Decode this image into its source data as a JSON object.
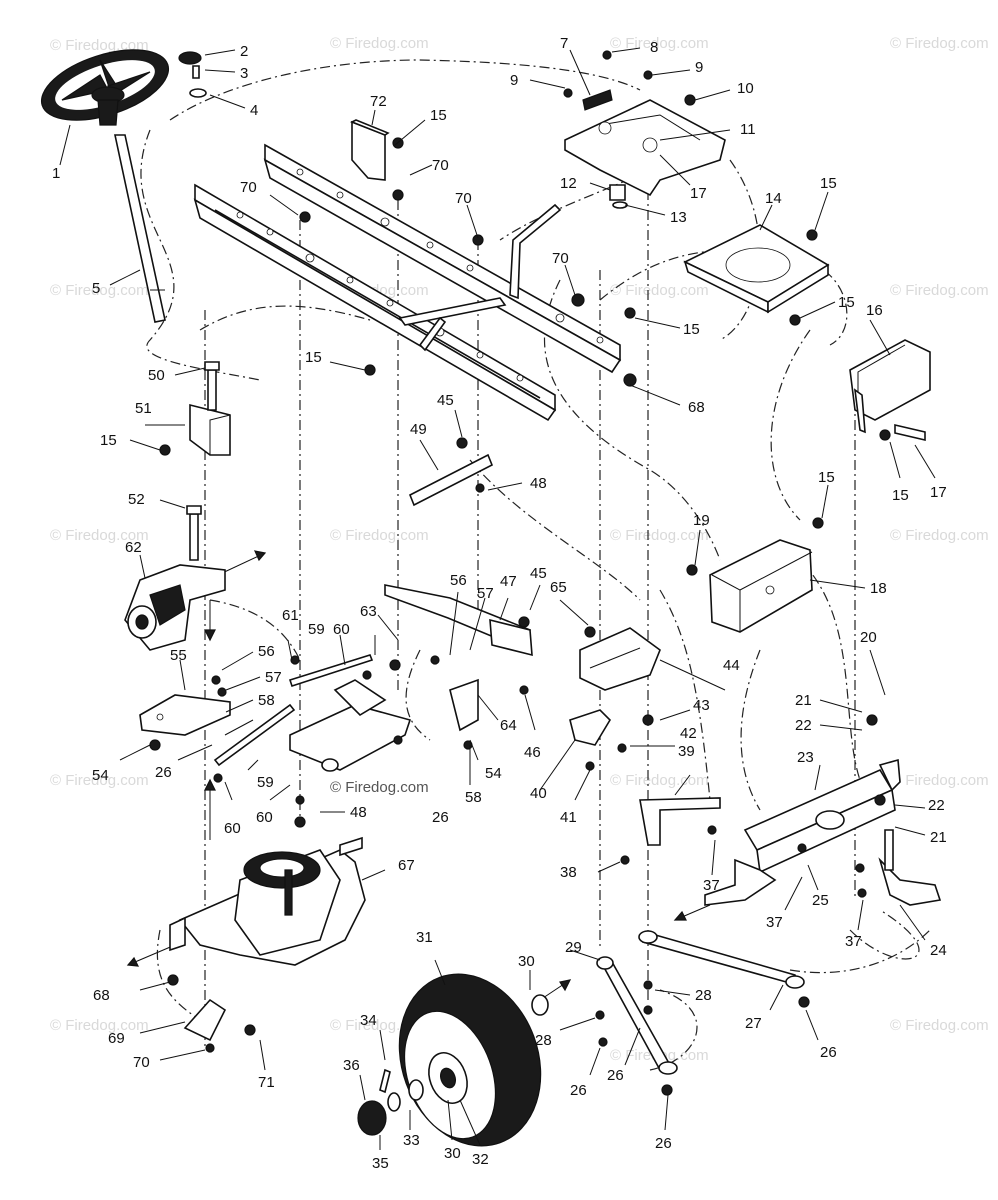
{
  "watermark": "© Firedog.com",
  "callouts": {
    "c1": "1",
    "c2": "2",
    "c3": "3",
    "c4": "4",
    "c5": "5",
    "c7": "7",
    "c8": "8",
    "c9a": "9",
    "c9b": "9",
    "c10": "10",
    "c11": "11",
    "c12": "12",
    "c13": "13",
    "c14": "14",
    "c15a": "15",
    "c15b": "15",
    "c15c": "15",
    "c15d": "15",
    "c15e": "15",
    "c15f": "15",
    "c15g": "15",
    "c15h": "15",
    "c16": "16",
    "c17a": "17",
    "c17b": "17",
    "c18": "18",
    "c19": "19",
    "c20": "20",
    "c21a": "21",
    "c21b": "21",
    "c22a": "22",
    "c22b": "22",
    "c23": "23",
    "c24": "24",
    "c25": "25",
    "c26a": "26",
    "c26b": "26",
    "c26c": "26",
    "c26d": "26",
    "c26e": "26",
    "c26f": "26",
    "c27": "27",
    "c28a": "28",
    "c28b": "28",
    "c29": "29",
    "c30a": "30",
    "c30b": "30",
    "c31": "31",
    "c32": "32",
    "c33": "33",
    "c34": "34",
    "c35": "35",
    "c36": "36",
    "c37a": "37",
    "c37b": "37",
    "c37c": "37",
    "c38": "38",
    "c39": "39",
    "c40": "40",
    "c41": "41",
    "c42": "42",
    "c43": "43",
    "c44": "44",
    "c45a": "45",
    "c45b": "45",
    "c46": "46",
    "c47": "47",
    "c48a": "48",
    "c48b": "48",
    "c49": "49",
    "c50": "50",
    "c51": "51",
    "c52": "52",
    "c54a": "54",
    "c54b": "54",
    "c55": "55",
    "c56a": "56",
    "c56b": "56",
    "c57a": "57",
    "c57b": "57",
    "c58a": "58",
    "c58b": "58",
    "c59a": "59",
    "c59b": "59",
    "c60a": "60",
    "c60b": "60",
    "c60c": "60",
    "c61": "61",
    "c62": "62",
    "c63": "63",
    "c64": "64",
    "c65": "65",
    "c67": "67",
    "c68a": "68",
    "c68b": "68",
    "c69": "69",
    "c70a": "70",
    "c70b": "70",
    "c70c": "70",
    "c70d": "70",
    "c70e": "70",
    "c71": "71",
    "c72": "72"
  }
}
